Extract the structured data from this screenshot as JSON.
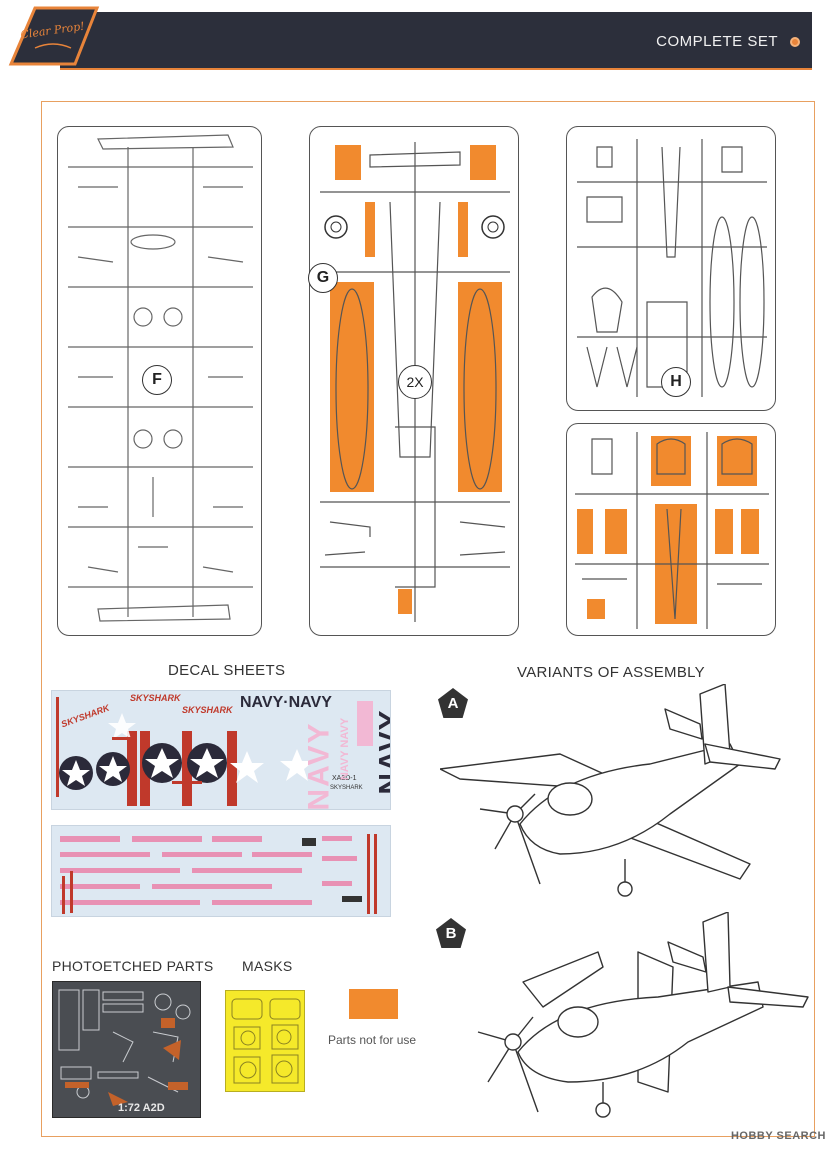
{
  "header": {
    "title": "COMPLETE SET",
    "logo_text": "Clear Prop!"
  },
  "sprues": {
    "f": {
      "letter": "F"
    },
    "g": {
      "letter": "G",
      "count": "2X"
    },
    "h": {
      "letter": "H"
    }
  },
  "sections": {
    "decals": "DECAL SHEETS",
    "variants": "VARIANTS OF ASSEMBLY",
    "photoetched": "PHOTOETCHED PARTS",
    "masks": "MASKS"
  },
  "decal_sheet_1": {
    "navy_top": "NAVY·NAVY",
    "navy_vertical": "NAVY",
    "navy_fuselage": "NAVY",
    "navy_small": "NAVY NAVY",
    "skyshark": "SKYSHARK",
    "xa2d1": "XA2D-1",
    "skyshark_small": "SKYSHARK"
  },
  "variants": {
    "a": "A",
    "b": "B"
  },
  "photoetched": {
    "scale_label": "1:72 A2D"
  },
  "legend": {
    "text": "Parts not for use"
  },
  "watermark": "HOBBY SEARCH",
  "colors": {
    "accent": "#e8843a",
    "header_bg": "#2c2f3b",
    "orange_parts": "#f18a2e",
    "mask_yellow": "#f5e92a"
  }
}
